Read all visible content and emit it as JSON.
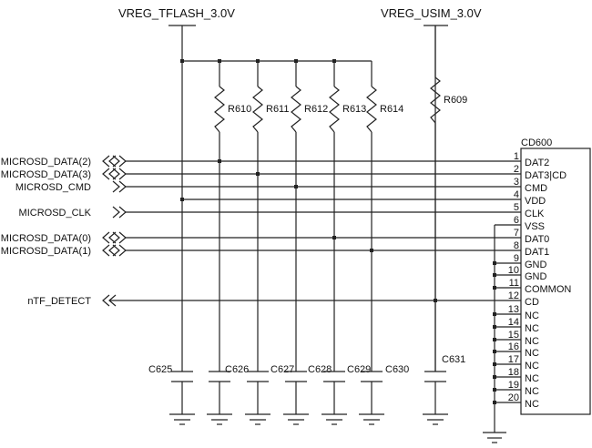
{
  "rails": [
    {
      "label": "VREG_TFLASH_3.0V"
    },
    {
      "label": "VREG_USIM_3.0V"
    }
  ],
  "resistors": [
    "R610",
    "R611",
    "R612",
    "R613",
    "R614",
    "R609"
  ],
  "capacitors": [
    "C625",
    "C626",
    "C627",
    "C628",
    "C629",
    "C630",
    "C631"
  ],
  "connector": {
    "ref": "CD600",
    "pins": [
      {
        "num": "1",
        "name": "DAT2"
      },
      {
        "num": "2",
        "name": "DAT3|CD"
      },
      {
        "num": "3",
        "name": "CMD"
      },
      {
        "num": "4",
        "name": "VDD"
      },
      {
        "num": "5",
        "name": "CLK"
      },
      {
        "num": "6",
        "name": "VSS"
      },
      {
        "num": "7",
        "name": "DAT0"
      },
      {
        "num": "8",
        "name": "DAT1"
      },
      {
        "num": "9",
        "name": "GND"
      },
      {
        "num": "10",
        "name": "GND"
      },
      {
        "num": "11",
        "name": "COMMON"
      },
      {
        "num": "12",
        "name": "CD"
      },
      {
        "num": "13",
        "name": "NC"
      },
      {
        "num": "14",
        "name": "NC"
      },
      {
        "num": "15",
        "name": "NC"
      },
      {
        "num": "16",
        "name": "NC"
      },
      {
        "num": "17",
        "name": "NC"
      },
      {
        "num": "18",
        "name": "NC"
      },
      {
        "num": "19",
        "name": "NC"
      },
      {
        "num": "20",
        "name": "NC"
      }
    ]
  },
  "nets": [
    {
      "label": "MICROSD_DATA(2)",
      "dir": "bi"
    },
    {
      "label": "MICROSD_DATA(3)",
      "dir": "bi"
    },
    {
      "label": "MICROSD_CMD",
      "dir": "out"
    },
    {
      "label": "MICROSD_CLK",
      "dir": "out"
    },
    {
      "label": "MICROSD_DATA(0)",
      "dir": "bi"
    },
    {
      "label": "MICROSD_DATA(1)",
      "dir": "bi"
    },
    {
      "label": "nTF_DETECT",
      "dir": "in"
    }
  ]
}
